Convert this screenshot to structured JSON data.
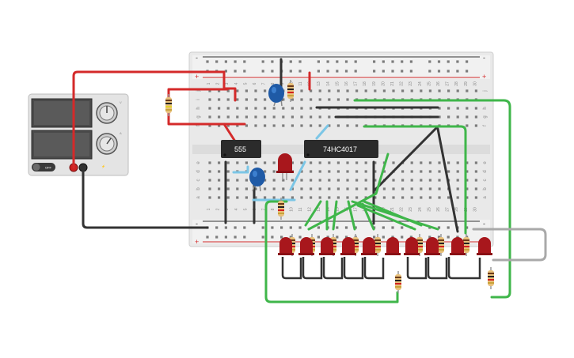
{
  "canvas": {
    "background": "#ffffff"
  },
  "breadboard": {
    "row_letters_top": [
      "j",
      "i",
      "h",
      "g",
      "f"
    ],
    "row_letters_bottom": [
      "e",
      "d",
      "c",
      "b",
      "a"
    ],
    "column_numbers": [
      "1",
      "2",
      "3",
      "4",
      "5",
      "6",
      "7",
      "8",
      "9",
      "10",
      "11",
      "12",
      "13",
      "14",
      "15",
      "16",
      "17",
      "18",
      "19",
      "20",
      "21",
      "22",
      "23",
      "24",
      "25",
      "26",
      "27",
      "28",
      "29",
      "30"
    ],
    "rail_plus": "+",
    "rail_minus": "-"
  },
  "chips": {
    "timer": {
      "label": "555"
    },
    "counter": {
      "label": "74HC4017"
    }
  },
  "power_supply": {
    "off_label": "OFF",
    "knob_top_label": "V",
    "knob_bottom_label": "A"
  },
  "colors": {
    "wire_red": "#d42a2a",
    "wire_green": "#3fb64a",
    "wire_black": "#333333",
    "wire_blue": "#7cc6e6",
    "led_red": "#a8171c",
    "cap_blue": "#1f5aa6",
    "chip_black": "#2b2b2b",
    "board": "#eeeeee"
  }
}
